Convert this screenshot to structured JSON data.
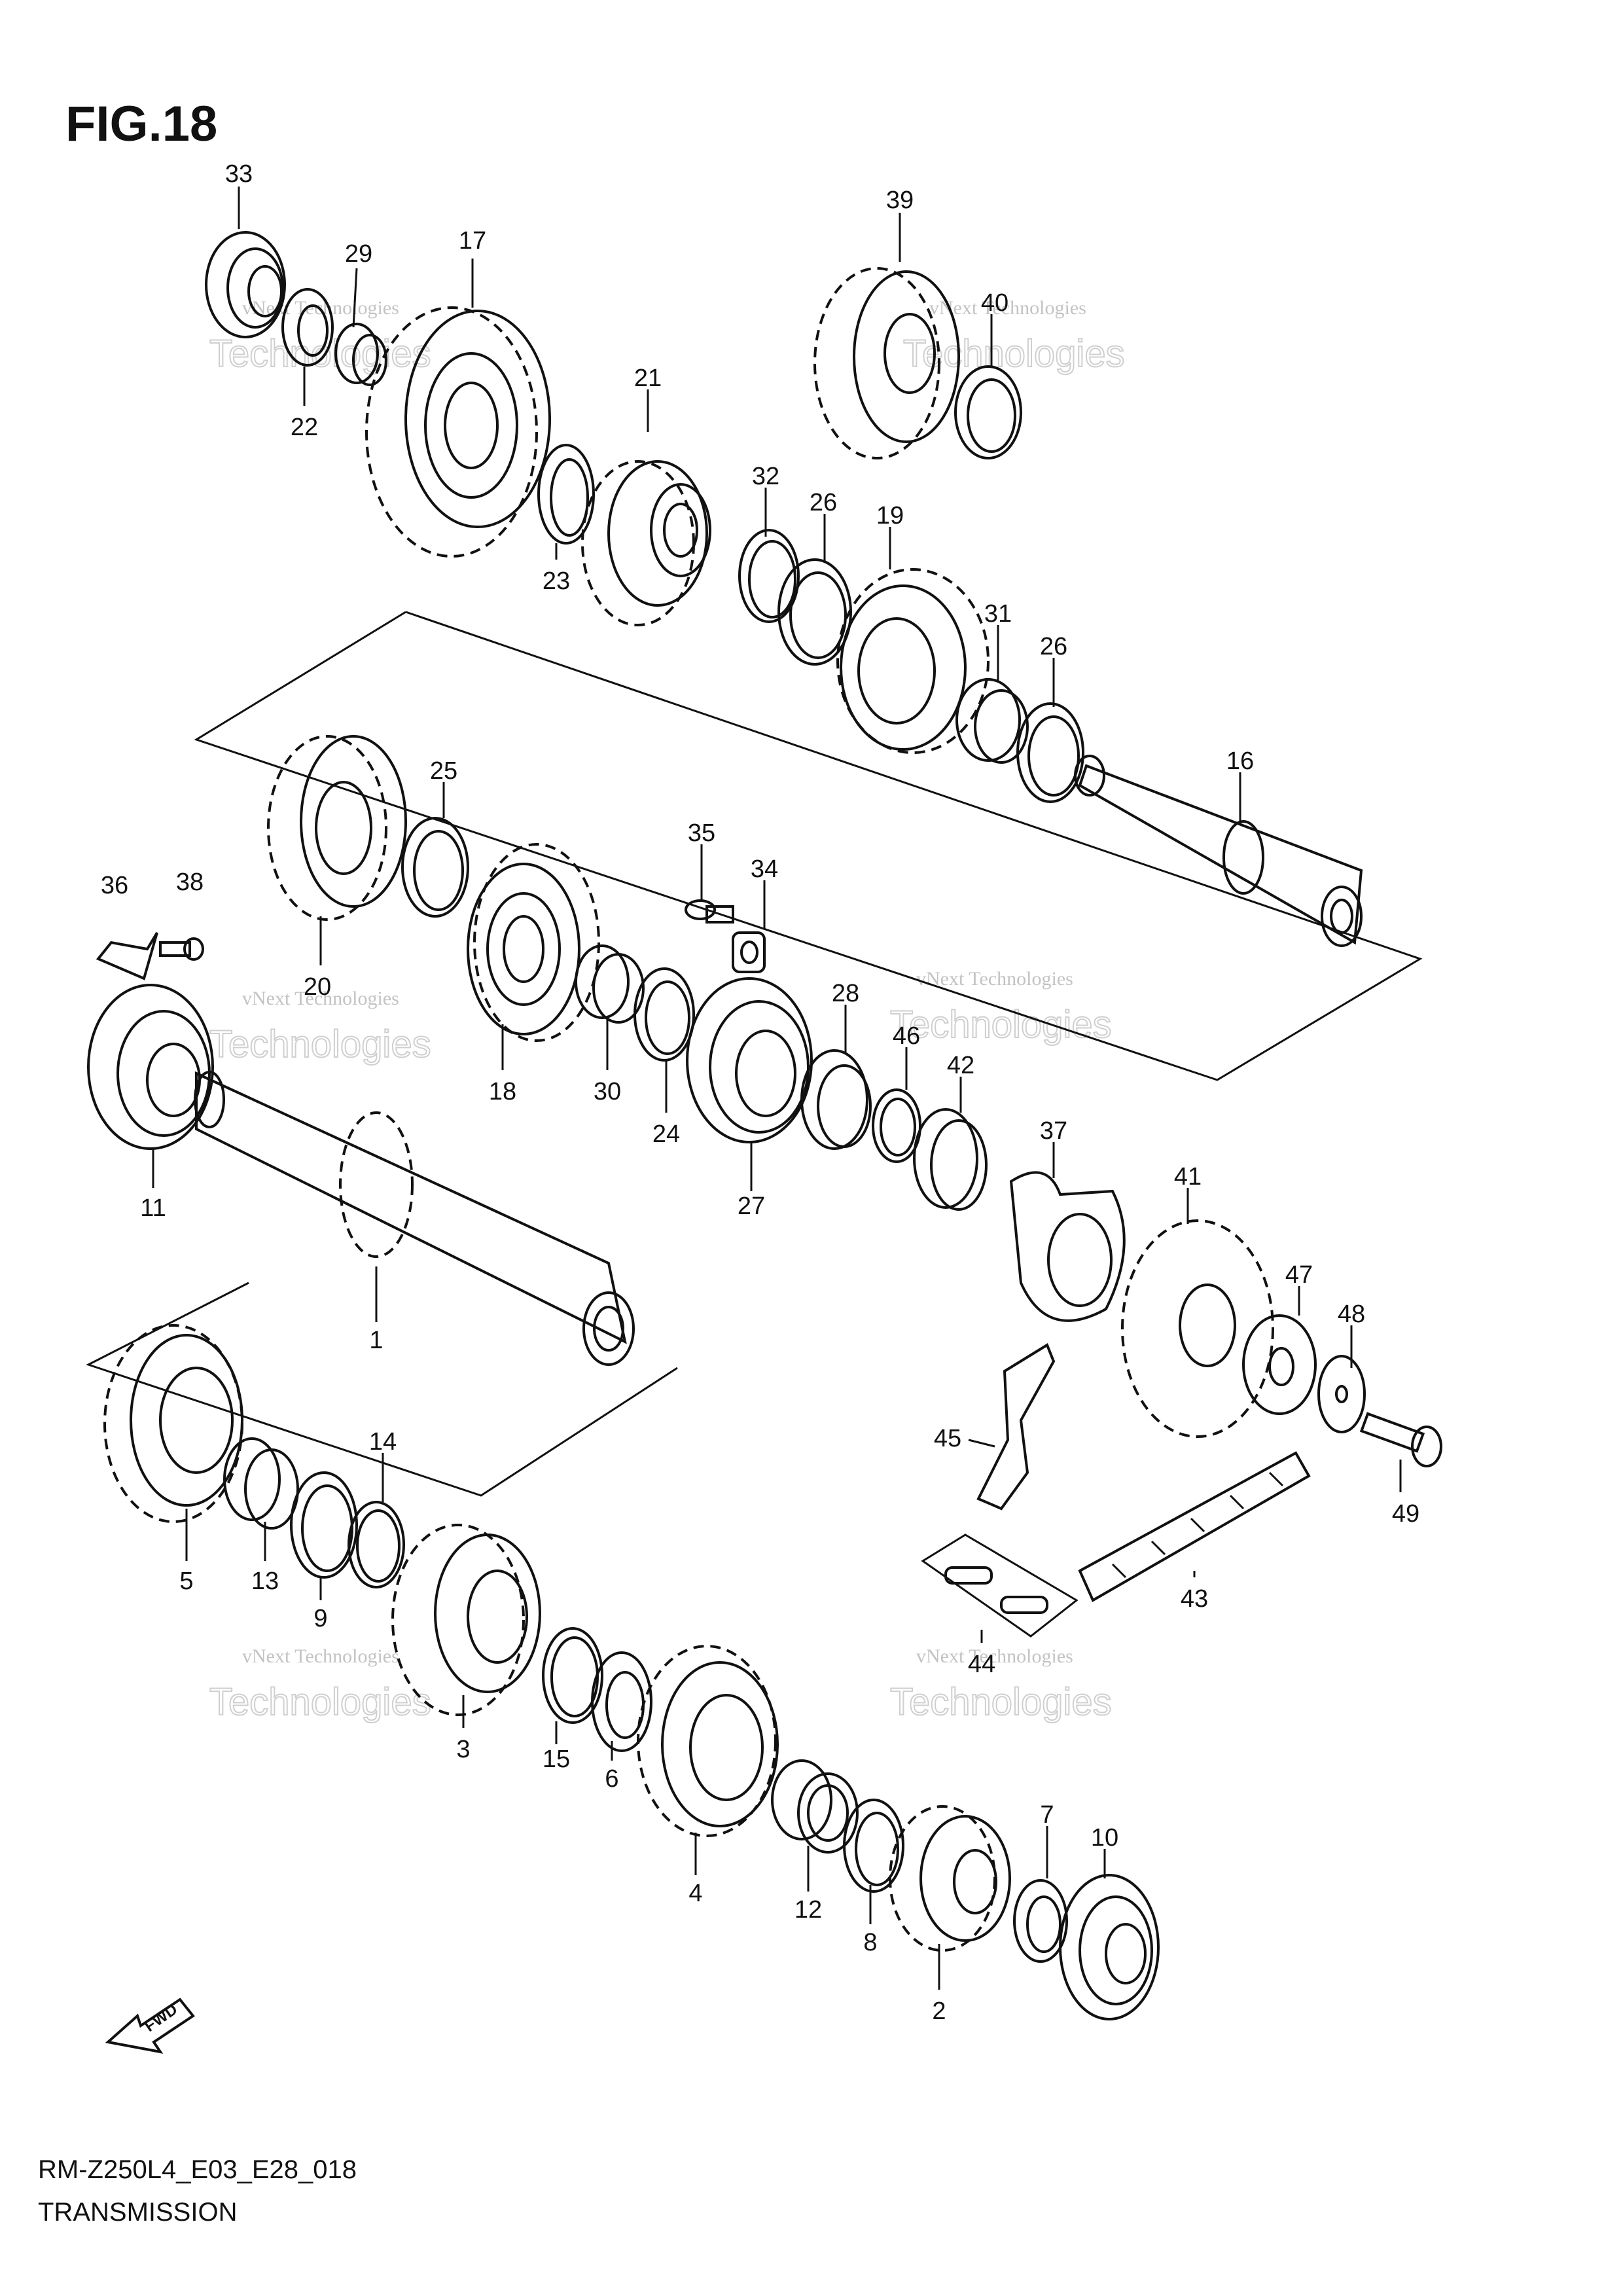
{
  "figure": {
    "title": "FIG.18",
    "model_code": "RM-Z250L4_E03_E28_018",
    "section_name": "TRANSMISSION",
    "fwd_label": "FWD"
  },
  "watermark": {
    "line1": "vNext Technologies",
    "line2": "Technologies"
  },
  "callouts": [
    {
      "id": "33",
      "label": "33"
    },
    {
      "id": "29",
      "label": "29"
    },
    {
      "id": "17",
      "label": "17"
    },
    {
      "id": "22",
      "label": "22"
    },
    {
      "id": "39",
      "label": "39"
    },
    {
      "id": "40",
      "label": "40"
    },
    {
      "id": "21",
      "label": "21"
    },
    {
      "id": "23",
      "label": "23"
    },
    {
      "id": "32",
      "label": "32"
    },
    {
      "id": "26a",
      "label": "26"
    },
    {
      "id": "19",
      "label": "19"
    },
    {
      "id": "31",
      "label": "31"
    },
    {
      "id": "26b",
      "label": "26"
    },
    {
      "id": "16",
      "label": "16"
    },
    {
      "id": "25",
      "label": "25"
    },
    {
      "id": "20",
      "label": "20"
    },
    {
      "id": "36",
      "label": "36"
    },
    {
      "id": "38",
      "label": "38"
    },
    {
      "id": "35",
      "label": "35"
    },
    {
      "id": "34",
      "label": "34"
    },
    {
      "id": "18",
      "label": "18"
    },
    {
      "id": "30",
      "label": "30"
    },
    {
      "id": "24",
      "label": "24"
    },
    {
      "id": "28",
      "label": "28"
    },
    {
      "id": "46",
      "label": "46"
    },
    {
      "id": "42",
      "label": "42"
    },
    {
      "id": "27",
      "label": "27"
    },
    {
      "id": "11",
      "label": "11"
    },
    {
      "id": "37",
      "label": "37"
    },
    {
      "id": "41",
      "label": "41"
    },
    {
      "id": "47",
      "label": "47"
    },
    {
      "id": "48",
      "label": "48"
    },
    {
      "id": "1",
      "label": "1"
    },
    {
      "id": "45",
      "label": "45"
    },
    {
      "id": "49",
      "label": "49"
    },
    {
      "id": "14",
      "label": "14"
    },
    {
      "id": "5",
      "label": "5"
    },
    {
      "id": "13",
      "label": "13"
    },
    {
      "id": "9",
      "label": "9"
    },
    {
      "id": "43",
      "label": "43"
    },
    {
      "id": "44",
      "label": "44"
    },
    {
      "id": "3",
      "label": "3"
    },
    {
      "id": "15",
      "label": "15"
    },
    {
      "id": "6",
      "label": "6"
    },
    {
      "id": "4",
      "label": "4"
    },
    {
      "id": "12",
      "label": "12"
    },
    {
      "id": "8",
      "label": "8"
    },
    {
      "id": "7",
      "label": "7"
    },
    {
      "id": "10",
      "label": "10"
    },
    {
      "id": "2",
      "label": "2"
    }
  ]
}
